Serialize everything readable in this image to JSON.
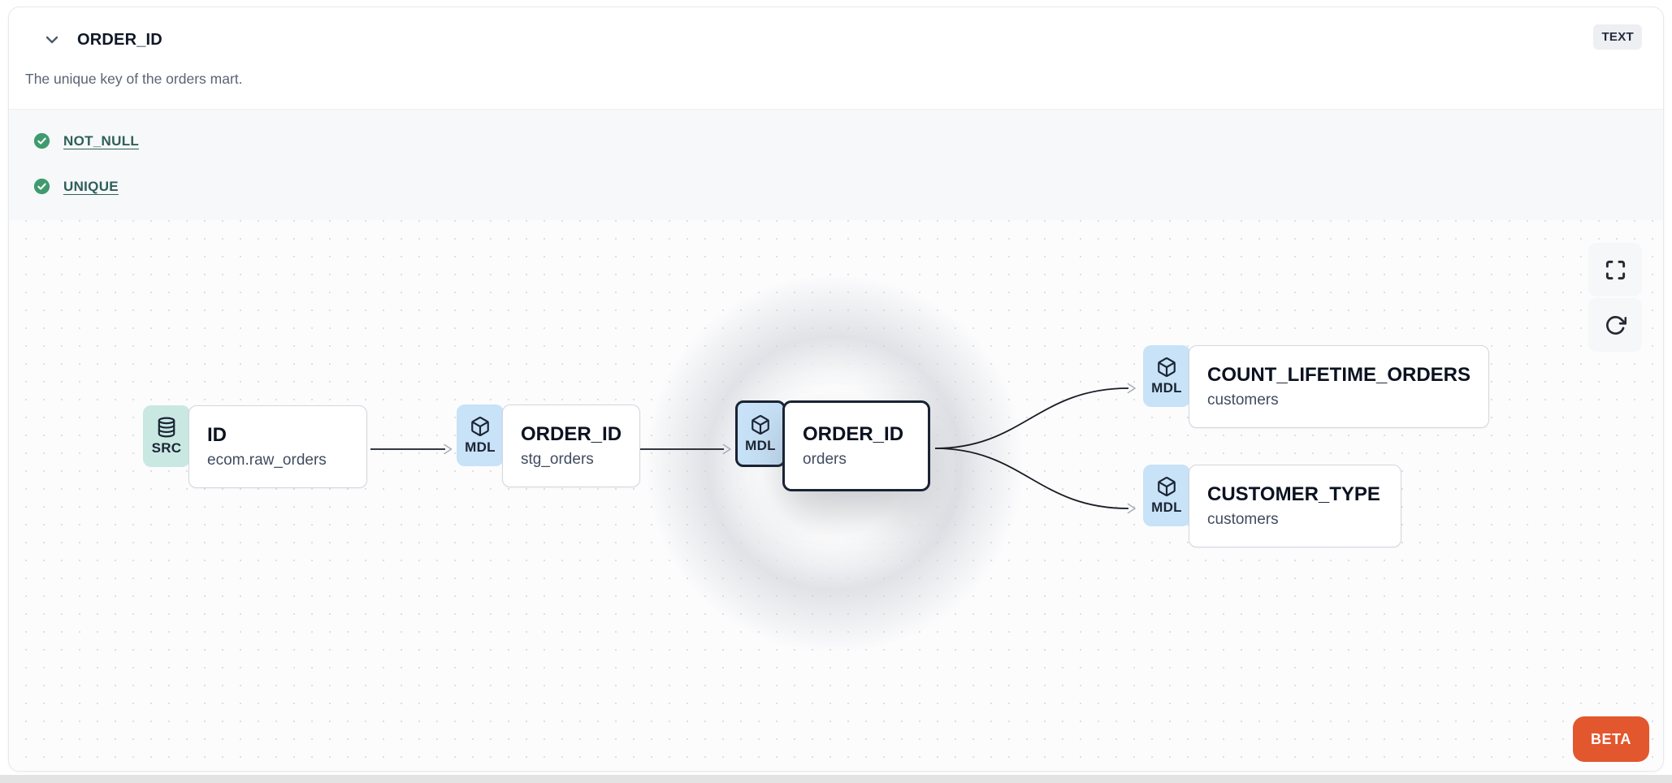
{
  "header": {
    "title": "ORDER_ID",
    "type_badge": "TEXT",
    "description": "The unique key of the orders mart.",
    "collapse_icon": "chevron-down-icon"
  },
  "tests": {
    "items": [
      {
        "label": "NOT_NULL",
        "status": "pass",
        "icon": "check-circle-icon"
      },
      {
        "label": "UNIQUE",
        "status": "pass",
        "icon": "check-circle-icon"
      }
    ]
  },
  "lineage": {
    "beta_label": "BETA",
    "controls": [
      {
        "name": "fullscreen",
        "icon": "fullscreen-icon"
      },
      {
        "name": "refresh",
        "icon": "refresh-icon"
      }
    ],
    "nodes": [
      {
        "badge": "SRC",
        "icon": "database-icon",
        "title": "ID",
        "subtitle": "ecom.raw_orders",
        "highlighted": false
      },
      {
        "badge": "MDL",
        "icon": "cube-icon",
        "title": "ORDER_ID",
        "subtitle": "stg_orders",
        "highlighted": false
      },
      {
        "badge": "MDL",
        "icon": "cube-icon",
        "title": "ORDER_ID",
        "subtitle": "orders",
        "highlighted": true
      },
      {
        "badge": "MDL",
        "icon": "cube-icon",
        "title": "COUNT_LIFETIME_ORDERS",
        "subtitle": "customers",
        "highlighted": false
      },
      {
        "badge": "MDL",
        "icon": "cube-icon",
        "title": "CUSTOMER_TYPE",
        "subtitle": "customers",
        "highlighted": false
      }
    ],
    "edges": [
      {
        "from": "ID (ecom.raw_orders)",
        "to": "ORDER_ID (stg_orders)"
      },
      {
        "from": "ORDER_ID (stg_orders)",
        "to": "ORDER_ID (orders)"
      },
      {
        "from": "ORDER_ID (orders)",
        "to": "COUNT_LIFETIME_ORDERS (customers)"
      },
      {
        "from": "ORDER_ID (orders)",
        "to": "CUSTOMER_TYPE (customers)"
      }
    ]
  },
  "colors": {
    "src-badge": "#c9e8e2",
    "mdl-badge": "#c8e2f7",
    "badge-text": "#1b2534",
    "highlight-border": "#1a2333",
    "check-green": "#3f9b6e",
    "test-link": "#2e5f5a",
    "beta-bg": "#e2572e",
    "edge": "#181c24",
    "arrowhead": "#a8aeb8"
  }
}
